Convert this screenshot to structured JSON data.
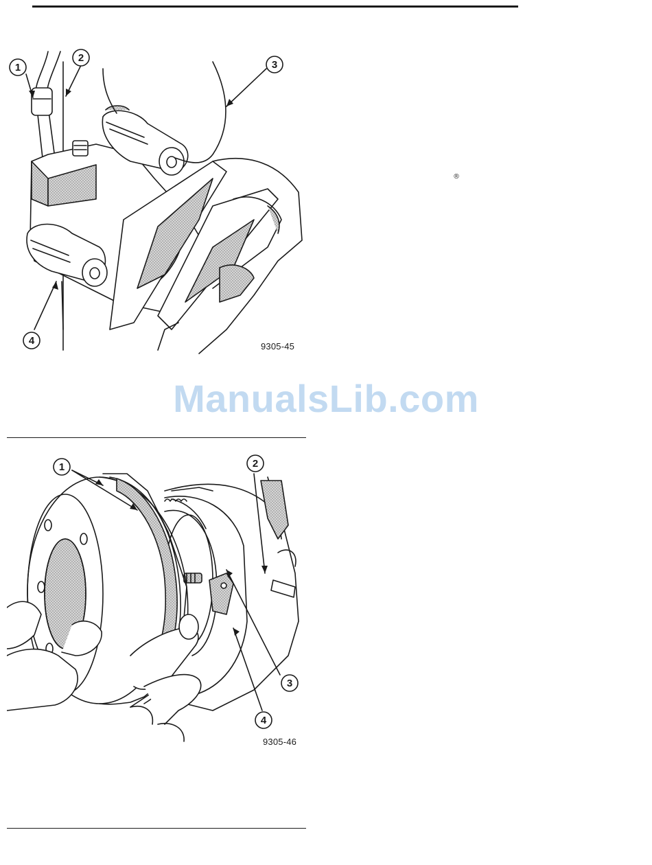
{
  "figure1": {
    "code": "9305-45",
    "callouts": [
      "1",
      "2",
      "3",
      "4"
    ]
  },
  "figure2": {
    "code": "9305-46",
    "callouts": [
      "1",
      "2",
      "3",
      "4"
    ]
  },
  "registered_mark": "®",
  "watermark": "ManualsLib.com",
  "colors": {
    "ink": "#1a1a1a",
    "shade": "#bdbdbd",
    "watermark": "#b8d4ef"
  }
}
